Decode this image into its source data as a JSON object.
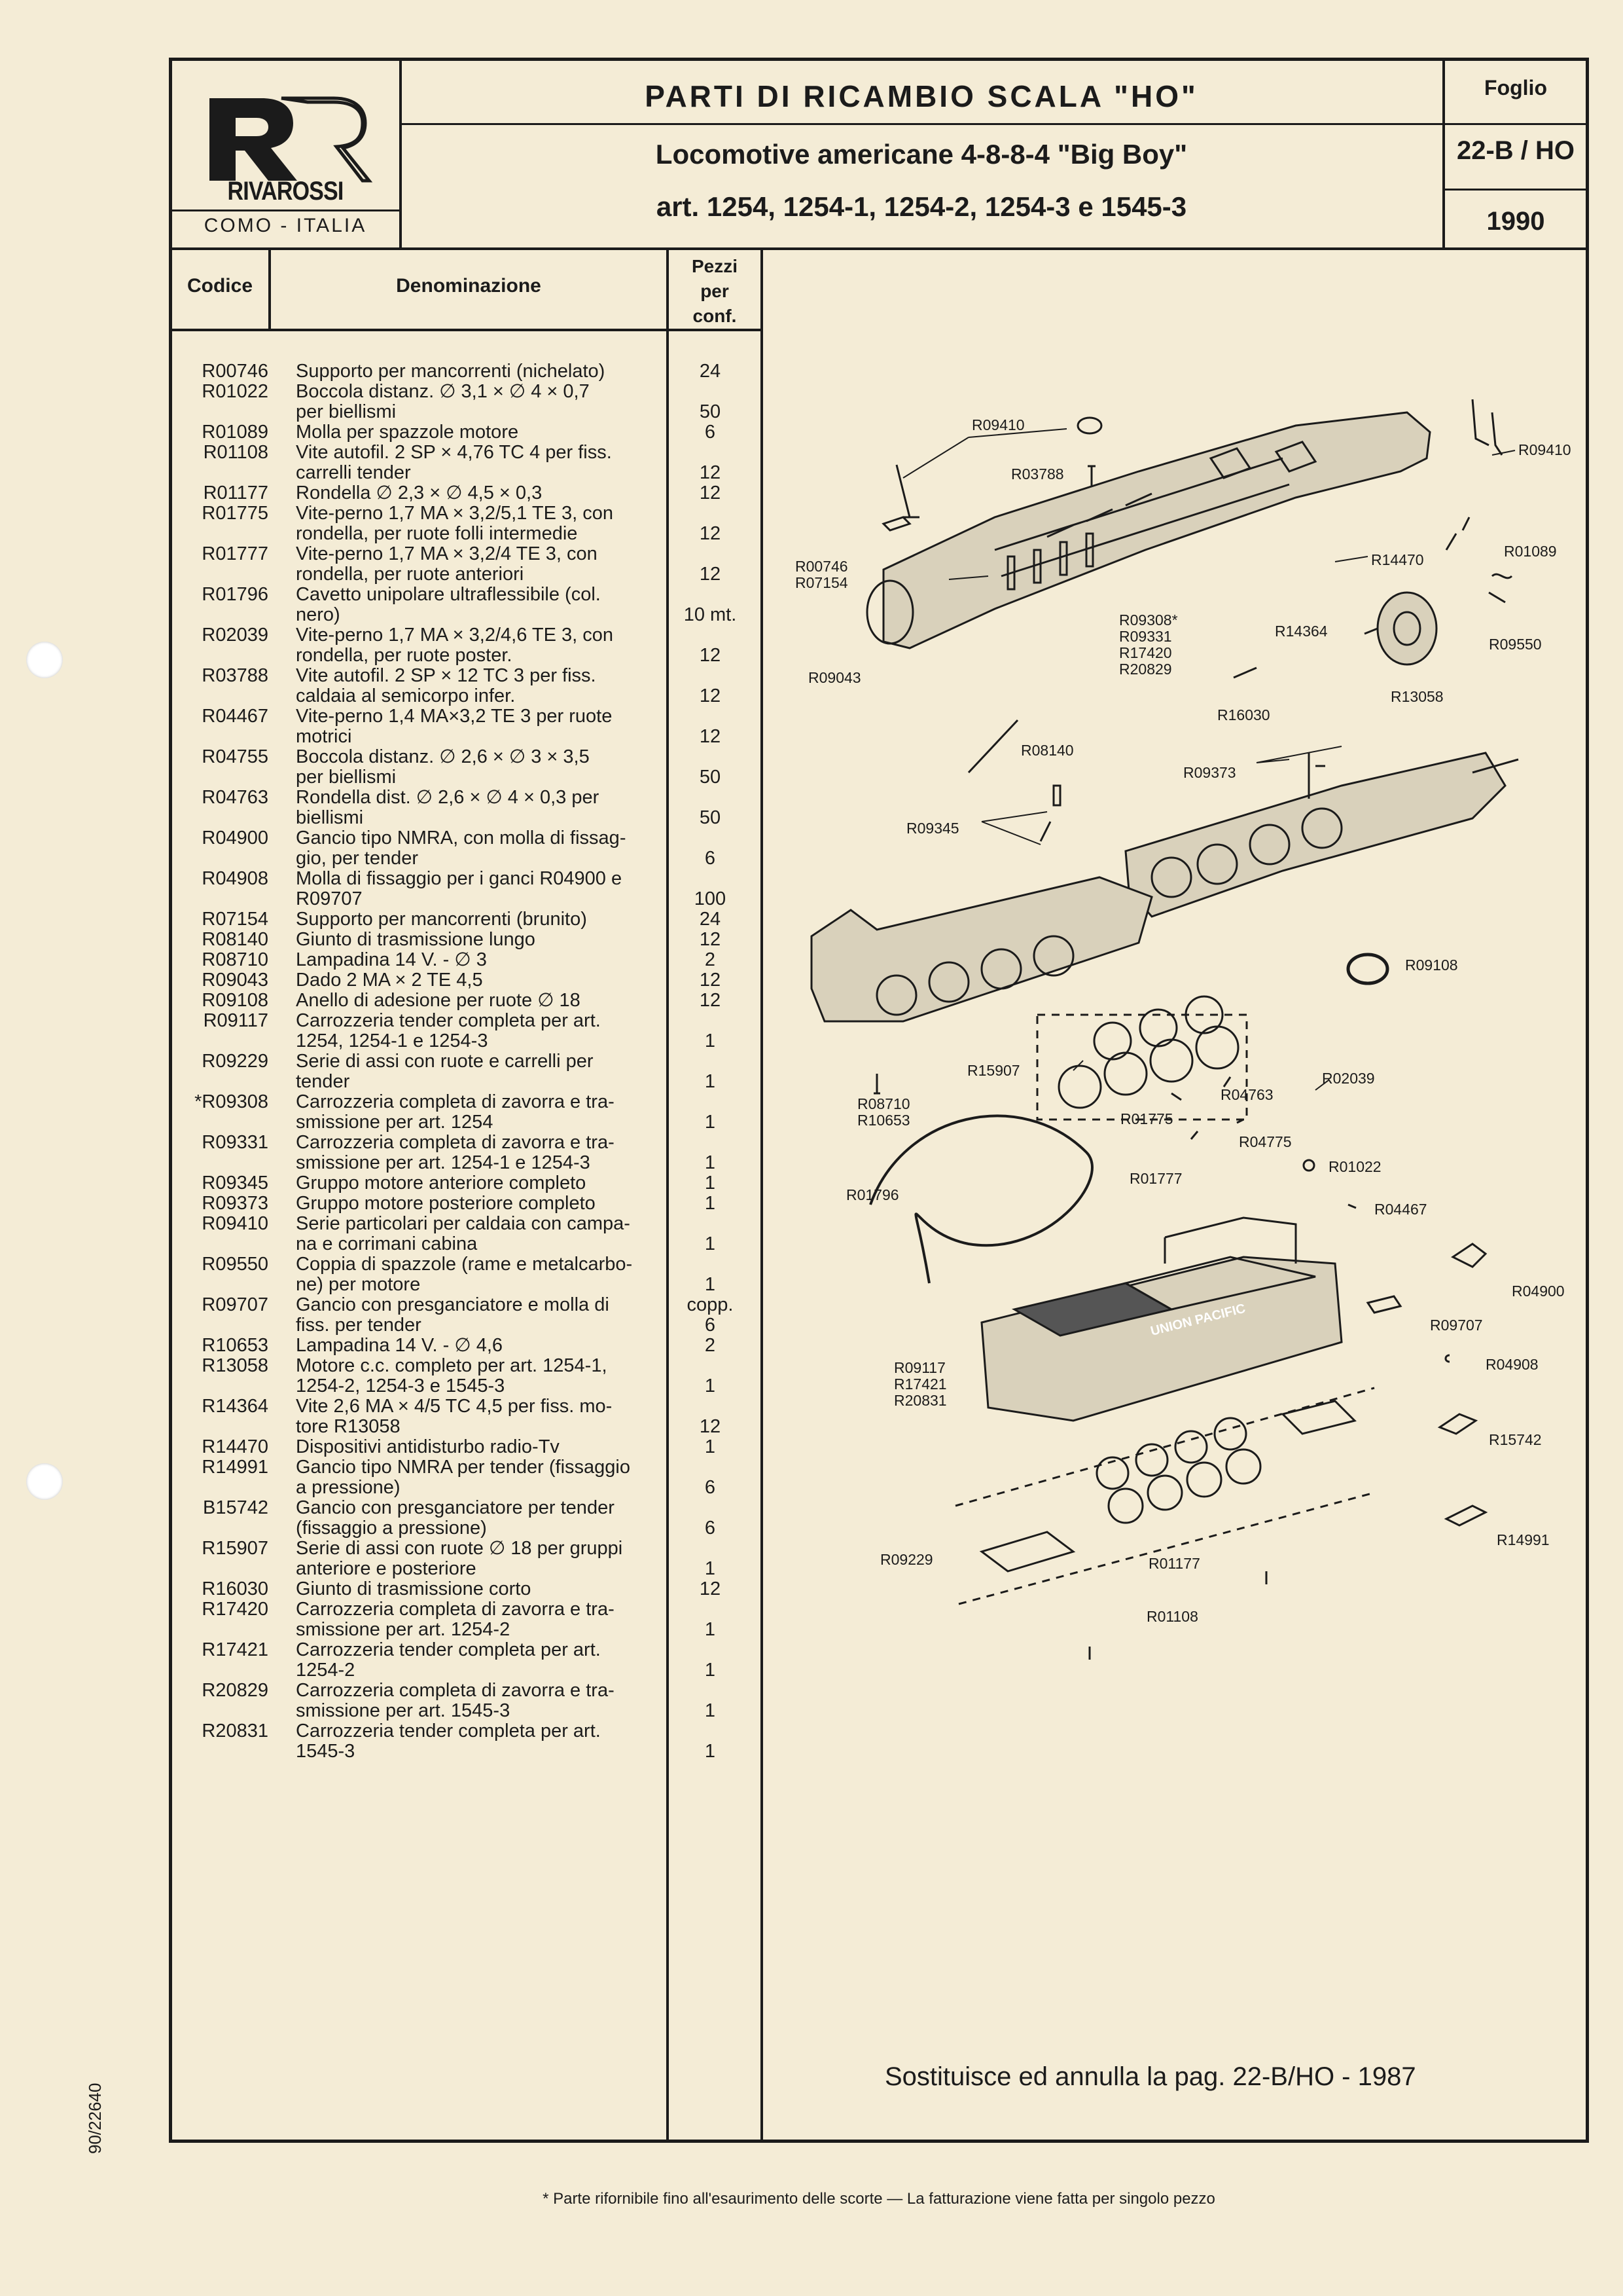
{
  "header": {
    "company": "RIVAROSSI",
    "location": "COMO - ITALIA",
    "title": "PARTI DI RICAMBIO SCALA \"HO\"",
    "subtitle": "Locomotive americane 4-8-8-4 \"Big Boy\"",
    "articles": "art. 1254, 1254-1, 1254-2, 1254-3 e 1545-3",
    "sheet_label": "Foglio",
    "sheet_number": "22-B / HO",
    "year": "1990"
  },
  "table": {
    "col_code": "Codice",
    "col_name": "Denominazione",
    "col_qty": "Pezzi\nper\nconf.",
    "rows": [
      {
        "code": "R00746",
        "name": "Supporto per mancorrenti (nichelato)",
        "qty": "24"
      },
      {
        "code": "R01022",
        "name": "Boccola distanz. ∅ 3,1 × ∅ 4 × 0,7\nper biellismi",
        "qty": "50"
      },
      {
        "code": "R01089",
        "name": "Molla per spazzole motore",
        "qty": "6"
      },
      {
        "code": "R01108",
        "name": "Vite autofil. 2 SP × 4,76 TC 4 per fiss.\ncarrelli tender",
        "qty": "12"
      },
      {
        "code": "R01177",
        "name": "Rondella ∅ 2,3 × ∅ 4,5 × 0,3",
        "qty": "12"
      },
      {
        "code": "R01775",
        "name": "Vite-perno 1,7 MA × 3,2/5,1 TE 3, con\nrondella, per ruote folli intermedie",
        "qty": "12"
      },
      {
        "code": "R01777",
        "name": "Vite-perno 1,7 MA × 3,2/4 TE 3, con\nrondella, per ruote anteriori",
        "qty": "12"
      },
      {
        "code": "R01796",
        "name": "Cavetto unipolare ultraflessibile (col.\nnero)",
        "qty": "10 mt."
      },
      {
        "code": "R02039",
        "name": "Vite-perno 1,7 MA × 3,2/4,6 TE 3, con\nrondella, per ruote poster.",
        "qty": "12"
      },
      {
        "code": "R03788",
        "name": "Vite autofil. 2 SP × 12 TC 3 per fiss.\ncaldaia al semicorpo infer.",
        "qty": "12"
      },
      {
        "code": "R04467",
        "name": "Vite-perno 1,4 MA×3,2 TE 3 per ruote\nmotrici",
        "qty": "12"
      },
      {
        "code": "R04755",
        "name": "Boccola distanz. ∅ 2,6 × ∅ 3 × 3,5\nper biellismi",
        "qty": "50"
      },
      {
        "code": "R04763",
        "name": "Rondella dist. ∅ 2,6 × ∅ 4 × 0,3 per\nbiellismi",
        "qty": "50"
      },
      {
        "code": "R04900",
        "name": "Gancio tipo NMRA, con molla di fissag-\ngio, per tender",
        "qty": "6"
      },
      {
        "code": "R04908",
        "name": "Molla di fissaggio per i ganci R04900 e\nR09707",
        "qty": "100"
      },
      {
        "code": "R07154",
        "name": "Supporto per mancorrenti (brunito)",
        "qty": "24"
      },
      {
        "code": "R08140",
        "name": "Giunto di trasmissione lungo",
        "qty": "12"
      },
      {
        "code": "R08710",
        "name": "Lampadina 14 V. - ∅ 3",
        "qty": "2"
      },
      {
        "code": "R09043",
        "name": "Dado 2 MA × 2 TE 4,5",
        "qty": "12"
      },
      {
        "code": "R09108",
        "name": "Anello di adesione per ruote ∅ 18",
        "qty": "12"
      },
      {
        "code": "R09117",
        "name": "Carrozzeria tender completa per art.\n1254, 1254-1 e 1254-3",
        "qty": "1"
      },
      {
        "code": "R09229",
        "name": "Serie di assi con ruote e carrelli per\ntender",
        "qty": "1"
      },
      {
        "code": "*R09308",
        "name": "Carrozzeria completa di zavorra e tra-\nsmissione per art. 1254",
        "qty": "1"
      },
      {
        "code": "R09331",
        "name": "Carrozzeria completa di zavorra e tra-\nsmissione per art. 1254-1 e 1254-3",
        "qty": "1"
      },
      {
        "code": "R09345",
        "name": "Gruppo motore anteriore completo",
        "qty": "1"
      },
      {
        "code": "R09373",
        "name": "Gruppo motore posteriore completo",
        "qty": "1"
      },
      {
        "code": "R09410",
        "name": "Serie particolari per caldaia con campa-\nna e corrimani cabina",
        "qty": "1"
      },
      {
        "code": "R09550",
        "name": "Coppia di spazzole (rame e metalcarbo-\nne) per motore",
        "qty": "1 copp."
      },
      {
        "code": "R09707",
        "name": "Gancio con presganciatore e molla di\nfiss. per tender",
        "qty": "6"
      },
      {
        "code": "R10653",
        "name": "Lampadina 14 V. - ∅ 4,6",
        "qty": "2"
      },
      {
        "code": "R13058",
        "name": "Motore c.c. completo per art. 1254-1,\n1254-2, 1254-3 e 1545-3",
        "qty": "1"
      },
      {
        "code": "R14364",
        "name": "Vite 2,6 MA × 4/5 TC 4,5 per fiss. mo-\ntore R13058",
        "qty": "12"
      },
      {
        "code": "R14470",
        "name": "Dispositivi antidisturbo radio-Tv",
        "qty": "1"
      },
      {
        "code": "R14991",
        "name": "Gancio tipo NMRA per tender (fissaggio\na pressione)",
        "qty": "6"
      },
      {
        "code": "B15742",
        "name": "Gancio con presganciatore per tender\n(fissaggio a pressione)",
        "qty": "6"
      },
      {
        "code": "R15907",
        "name": "Serie di assi con ruote ∅ 18 per gruppi\nanteriore e posteriore",
        "qty": "1"
      },
      {
        "code": "R16030",
        "name": "Giunto di trasmissione corto",
        "qty": "12"
      },
      {
        "code": "R17420",
        "name": "Carrozzeria completa di zavorra e tra-\nsmissione per art. 1254-2",
        "qty": "1"
      },
      {
        "code": "R17421",
        "name": "Carrozzeria tender completa per art.\n1254-2",
        "qty": "1"
      },
      {
        "code": "R20829",
        "name": "Carrozzeria completa di zavorra e tra-\nsmissione per art. 1545-3",
        "qty": "1"
      },
      {
        "code": "R20831",
        "name": "Carrozzeria tender completa per art.\n1545-3",
        "qty": "1"
      }
    ]
  },
  "diagram": {
    "labels": {
      "r09410_a": "R09410",
      "r03788": "R03788",
      "r09410_b": "R09410",
      "r00746_r07154": "R00746\nR07154",
      "r14470": "R14470",
      "r01089": "R01089",
      "r09308_group": "R09308*\nR09331\nR17420\nR20829",
      "r14364": "R14364",
      "r09550": "R09550",
      "r09043": "R09043",
      "r13058": "R13058",
      "r16030": "R16030",
      "r08140": "R08140",
      "r09373": "R09373",
      "r09345": "R09345",
      "r09108": "R09108",
      "r15907": "R15907",
      "r08710_r10653": "R08710\nR10653",
      "r04763": "R04763",
      "r02039": "R02039",
      "r01775": "R01775",
      "r04775": "R04775",
      "r01022": "R01022",
      "r01777": "R01777",
      "r01796": "R01796",
      "r04467": "R04467",
      "r04900": "R04900",
      "r09707": "R09707",
      "r09117_group": "R09117\nR17421\nR20831",
      "r04908": "R04908",
      "r15742": "R15742",
      "r14991": "R14991",
      "r09229": "R09229",
      "r01177": "R01177",
      "r01108": "R01108",
      "tender_lettering": "UNION PACIFIC"
    }
  },
  "footer": {
    "replaces": "Sostituisce ed annulla la pag. 22-B/HO - 1987",
    "note": "* Parte rifornibile fino all'esaurimento delle scorte — La fatturazione viene fatta per singolo pezzo",
    "doc_code": "90/22640"
  }
}
